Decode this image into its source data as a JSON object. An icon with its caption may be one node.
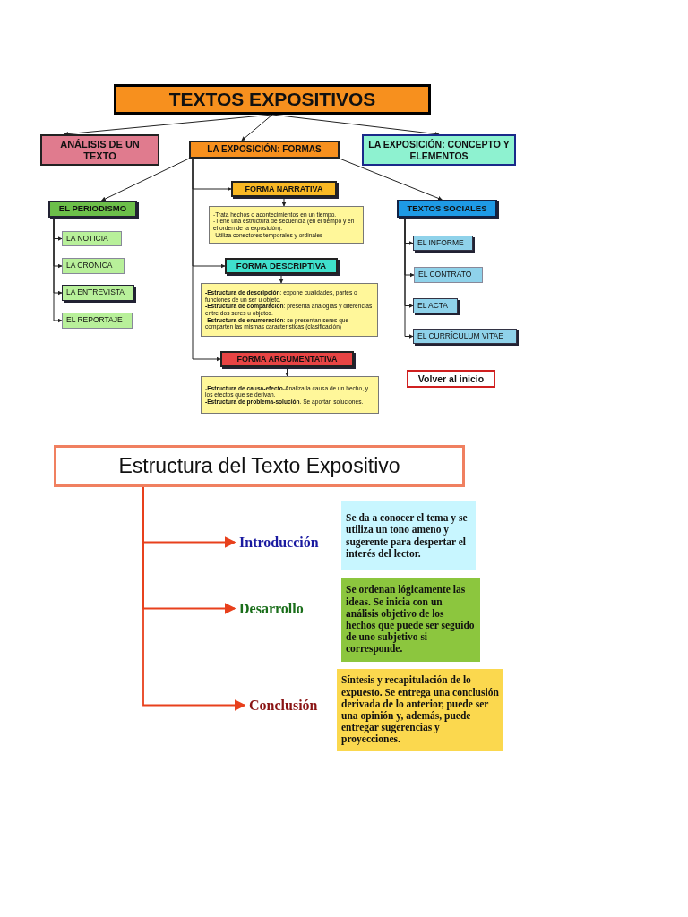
{
  "diagram": {
    "nodes": [
      {
        "text": [
          "TEXTOS EXPOSITIVOS"
        ]
      },
      {
        "text": [
          "ANÁLISIS DE UN TEXTO"
        ]
      },
      {
        "text": [
          "LA EXPOSICIÓN: FORMAS"
        ]
      },
      {
        "text": [
          "LA EXPOSICIÓN: CONCEPTO Y ELEMENTOS"
        ]
      },
      {
        "text": [
          "EL PERIODISMO"
        ]
      },
      {
        "text": [
          "LA NOTICIA"
        ]
      },
      {
        "text": [
          "LA CRÓNICA"
        ]
      },
      {
        "text": [
          "LA ENTREVISTA"
        ]
      },
      {
        "text": [
          "EL REPORTAJE"
        ]
      },
      {
        "text": [
          "FORMA NARRATIVA"
        ]
      },
      {
        "text": [
          "-Trata hechos o acontecimientos en un tiempo.",
          "-Tiene una estructura de secuencia (en el tiempo y en el orden de la exposición).",
          "-Utiliza conectores temporales y ordinales"
        ]
      },
      {
        "text": [
          "FORMA DESCRIPTIVA"
        ]
      },
      {
        "text": [
          "**-Estructura de descripción**: expone cualidades, partes o funciones de un ser u objeto.",
          "**-Estructura de comparación**: presenta analogías y diferencias entre dos seres u objetos.",
          "**-Estructura de enumeración**: se presentan seres que comparten las mismas características (clasificación)"
        ]
      },
      {
        "text": [
          "FORMA ARGUMENTATIVA"
        ]
      },
      {
        "text": [
          "-**Estructura de causa-efecto**-Analiza la causa de un hecho, y los efectos que se derivan.",
          "**-Estructura de problema-solución**. Se aportan soluciones."
        ]
      },
      {
        "text": [
          "TEXTOS SOCIALES"
        ]
      },
      {
        "text": [
          "EL INFORME"
        ]
      },
      {
        "text": [
          "EL CONTRATO"
        ]
      },
      {
        "text": [
          "EL ACTA"
        ]
      },
      {
        "text": [
          "EL CURRÍCULUM VITAE"
        ]
      },
      {
        "text": [
          "Volver al inicio"
        ]
      },
      {
        "text": [
          "Estructura del Texto Expositivo"
        ]
      },
      {
        "text": [
          "Introducción"
        ]
      },
      {
        "text": [
          "Desarrollo"
        ]
      },
      {
        "text": [
          "Conclusión"
        ]
      },
      {
        "text": [
          "Se da a conocer el tema y se utiliza un tono ameno y sugerente para despertar el interés del lector."
        ]
      },
      {
        "text": [
          "Se ordenan lógicamente las ideas. Se inicia con un análisis objetivo de los hechos que puede ser seguido de uno subjetivo si corresponde."
        ]
      },
      {
        "text": [
          "Síntesis y recapitulación de lo expuesto. Se entrega una conclusión derivada de lo anterior, puede ser una opinión y, además, puede entregar sugerencias y proyecciones."
        ]
      }
    ],
    "edges": [
      {
        "from": 0,
        "to": 1,
        "arrow": "to"
      },
      {
        "from": 0,
        "to": 2,
        "arrow": "to"
      },
      {
        "from": 0,
        "to": 3,
        "arrow": "to"
      },
      {
        "from": 2,
        "to": 4,
        "arrow": "to"
      },
      {
        "from": 2,
        "to": 15,
        "arrow": "to"
      },
      {
        "from": 2,
        "to": 9,
        "arrow": "to"
      },
      {
        "from": 2,
        "to": 11,
        "arrow": "to"
      },
      {
        "from": 2,
        "to": 13,
        "arrow": "to"
      },
      {
        "from": 9,
        "to": 10,
        "arrow": "to"
      },
      {
        "from": 11,
        "to": 12,
        "arrow": "to"
      },
      {
        "from": 13,
        "to": 14,
        "arrow": "to"
      },
      {
        "from": 4,
        "to": 5,
        "arrow": "to"
      },
      {
        "from": 4,
        "to": 6,
        "arrow": "to"
      },
      {
        "from": 4,
        "to": 7,
        "arrow": "to"
      },
      {
        "from": 4,
        "to": 8,
        "arrow": "to"
      },
      {
        "from": 15,
        "to": 16,
        "arrow": "to"
      },
      {
        "from": 15,
        "to": 17,
        "arrow": "to"
      },
      {
        "from": 15,
        "to": 18,
        "arrow": "to"
      },
      {
        "from": 15,
        "to": 19,
        "arrow": "to"
      },
      {
        "from": 21,
        "to": 22,
        "arrow": "to",
        "color": "#e8401c"
      },
      {
        "from": 21,
        "to": 23,
        "arrow": "to",
        "color": "#e8401c"
      },
      {
        "from": 21,
        "to": 24,
        "arrow": "to",
        "color": "#e8401c"
      }
    ]
  }
}
